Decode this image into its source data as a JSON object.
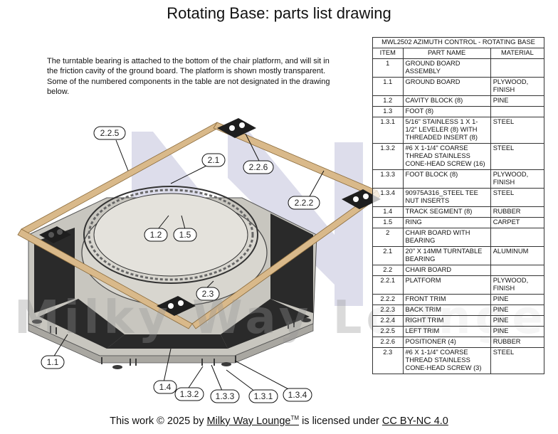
{
  "title": "Rotating Base: parts list drawing",
  "description": "The turntable bearing is attached to the bottom of the chair platform, and will sit in the friction cavity of the ground board. The platform is shown mostly transparent. Some of the numbered components in the table are not designated in the drawing below.",
  "watermark": "Milky Way Lounge",
  "parts_table": {
    "title": "MWL2502 AZIMUTH CONTROL - ROTATING BASE",
    "headers": [
      "ITEM",
      "PART NAME",
      "MATERIAL"
    ],
    "rows": [
      {
        "item": "1",
        "name": "GROUND BOARD ASSEMBLY",
        "material": ""
      },
      {
        "item": "1.1",
        "name": "GROUND BOARD",
        "material": "PLYWOOD, FINISH"
      },
      {
        "item": "1.2",
        "name": "CAVITY BLOCK (8)",
        "material": "PINE"
      },
      {
        "item": "1.3",
        "name": "FOOT (8)",
        "material": ""
      },
      {
        "item": "1.3.1",
        "name": "5/16\" STAINLESS 1 X 1-1/2\" LEVELER (8) WITH THREADED INSERT (8)",
        "material": "STEEL"
      },
      {
        "item": "1.3.2",
        "name": "#6 X 1-1/4\" COARSE THREAD STAINLESS CONE-HEAD SCREW (16)",
        "material": "STEEL"
      },
      {
        "item": "1.3.3",
        "name": "FOOT BLOCK (8)",
        "material": "PLYWOOD, FINISH"
      },
      {
        "item": "1.3.4",
        "name": "90975A316_STEEL TEE NUT INSERTS",
        "material": "STEEL"
      },
      {
        "item": "1.4",
        "name": "TRACK SEGMENT (8)",
        "material": "RUBBER"
      },
      {
        "item": "1.5",
        "name": "RING",
        "material": "CARPET"
      },
      {
        "item": "2",
        "name": "CHAIR BOARD WITH BEARING",
        "material": ""
      },
      {
        "item": "2.1",
        "name": "20\" X 14MM TURNTABLE BEARING",
        "material": "ALUMINUM"
      },
      {
        "item": "2.2",
        "name": "CHAIR BOARD",
        "material": ""
      },
      {
        "item": "2.2.1",
        "name": "PLATFORM",
        "material": "PLYWOOD, FINISH"
      },
      {
        "item": "2.2.2",
        "name": "FRONT TRIM",
        "material": "PINE"
      },
      {
        "item": "2.2.3",
        "name": "BACK TRIM",
        "material": "PINE"
      },
      {
        "item": "2.2.4",
        "name": "RIGHT TRIM",
        "material": "PINE"
      },
      {
        "item": "2.2.5",
        "name": "LEFT TRIM",
        "material": "PINE"
      },
      {
        "item": "2.2.6",
        "name": "POSITIONER (4)",
        "material": "RUBBER"
      },
      {
        "item": "2.3",
        "name": "#6 X 1-1/4\" COARSE THREAD STAINLESS CONE-HEAD SCREW (3)",
        "material": "STEEL"
      }
    ]
  },
  "callouts": [
    "2.2.5",
    "2.1",
    "2.2.6",
    "2.2.2",
    "1.2",
    "1.5",
    "2.3",
    "1.1",
    "1.4",
    "1.3.2",
    "1.3.3",
    "1.3.1",
    "1.3.4"
  ],
  "colors": {
    "wood": "#d9b98a",
    "rubber": "#2a2a2a",
    "board": "#c8c6bf",
    "watermark": "#b4b6d4"
  },
  "footer": {
    "prefix": "This work © 2025 by",
    "author": "Milky Way Lounge",
    "tm": "TM",
    "middle": "is licensed under",
    "license": "CC BY-NC 4.0"
  }
}
